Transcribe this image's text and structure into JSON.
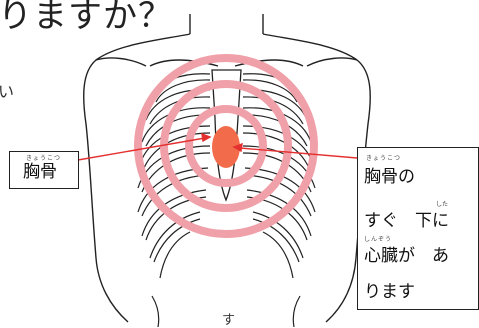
{
  "header": {
    "title": "りますか？"
  },
  "side_text": "い",
  "bottom_text": "す",
  "labels": {
    "left": {
      "ruby": "きょうこつ",
      "word": "胸骨"
    },
    "right": {
      "line1_ruby": "きょうこつ",
      "line1": "胸骨の",
      "line2_ruby": "した",
      "line2": "すぐ　下に",
      "line3_ruby": "しんぞう",
      "line3": "心臓が　あ",
      "line4": "ります"
    }
  },
  "colors": {
    "target_ring": "#f0a0a8",
    "heart": "#f26b4a",
    "pointer_line": "#e53030",
    "outline": "#222222"
  }
}
